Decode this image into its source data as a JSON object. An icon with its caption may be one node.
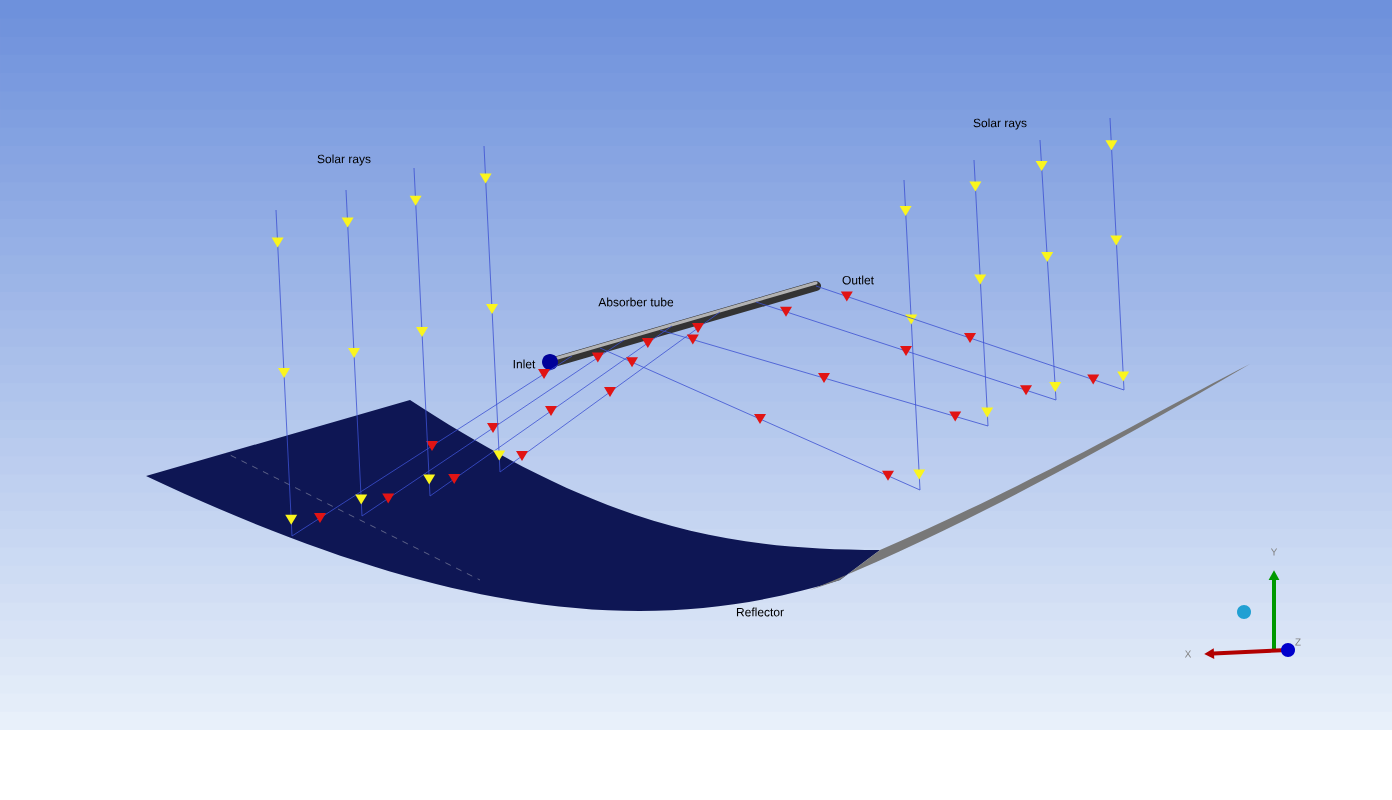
{
  "diagram": {
    "labels": [
      "Solar rays",
      "Solar rays",
      "Outlet",
      "Absorber tube",
      "Inlet",
      "Y",
      "Reflector",
      "Z",
      "X"
    ]
  }
}
